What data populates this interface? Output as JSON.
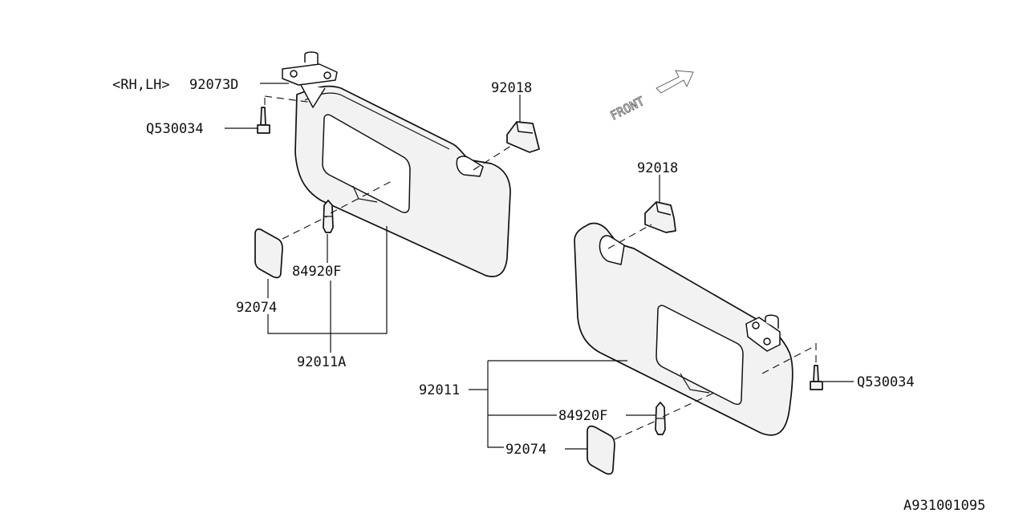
{
  "labels": {
    "rh_lh": "<RH,LH>",
    "p92073D": "92073D",
    "q530034_left": "Q530034",
    "p92018_top": "92018",
    "front": "FRONT",
    "p84920F_left": "84920F",
    "p92074_left": "92074",
    "p92011A": "92011A",
    "p92018_right": "92018",
    "q530034_right": "Q530034",
    "p92011": "92011",
    "p84920F_right": "84920F",
    "p92074_right": "92074",
    "diagram_id": "A931001095"
  }
}
